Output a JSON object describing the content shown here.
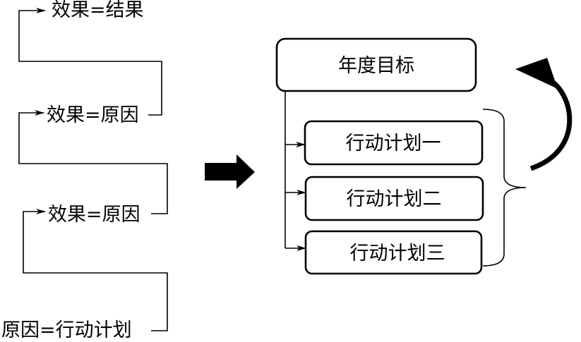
{
  "chain": {
    "step1": "效果=结果",
    "step2": "效果=原因",
    "step3": "效果=原因",
    "step4": "原因=行动计划"
  },
  "goal_box": {
    "label": "年度目标"
  },
  "plans": [
    {
      "label": "行动计划一"
    },
    {
      "label": "行动计划二"
    },
    {
      "label": "行动计划三"
    }
  ],
  "icons": {
    "transition_arrow": "right-arrow-icon",
    "cycle_arrow": "curved-arrow-icon"
  }
}
